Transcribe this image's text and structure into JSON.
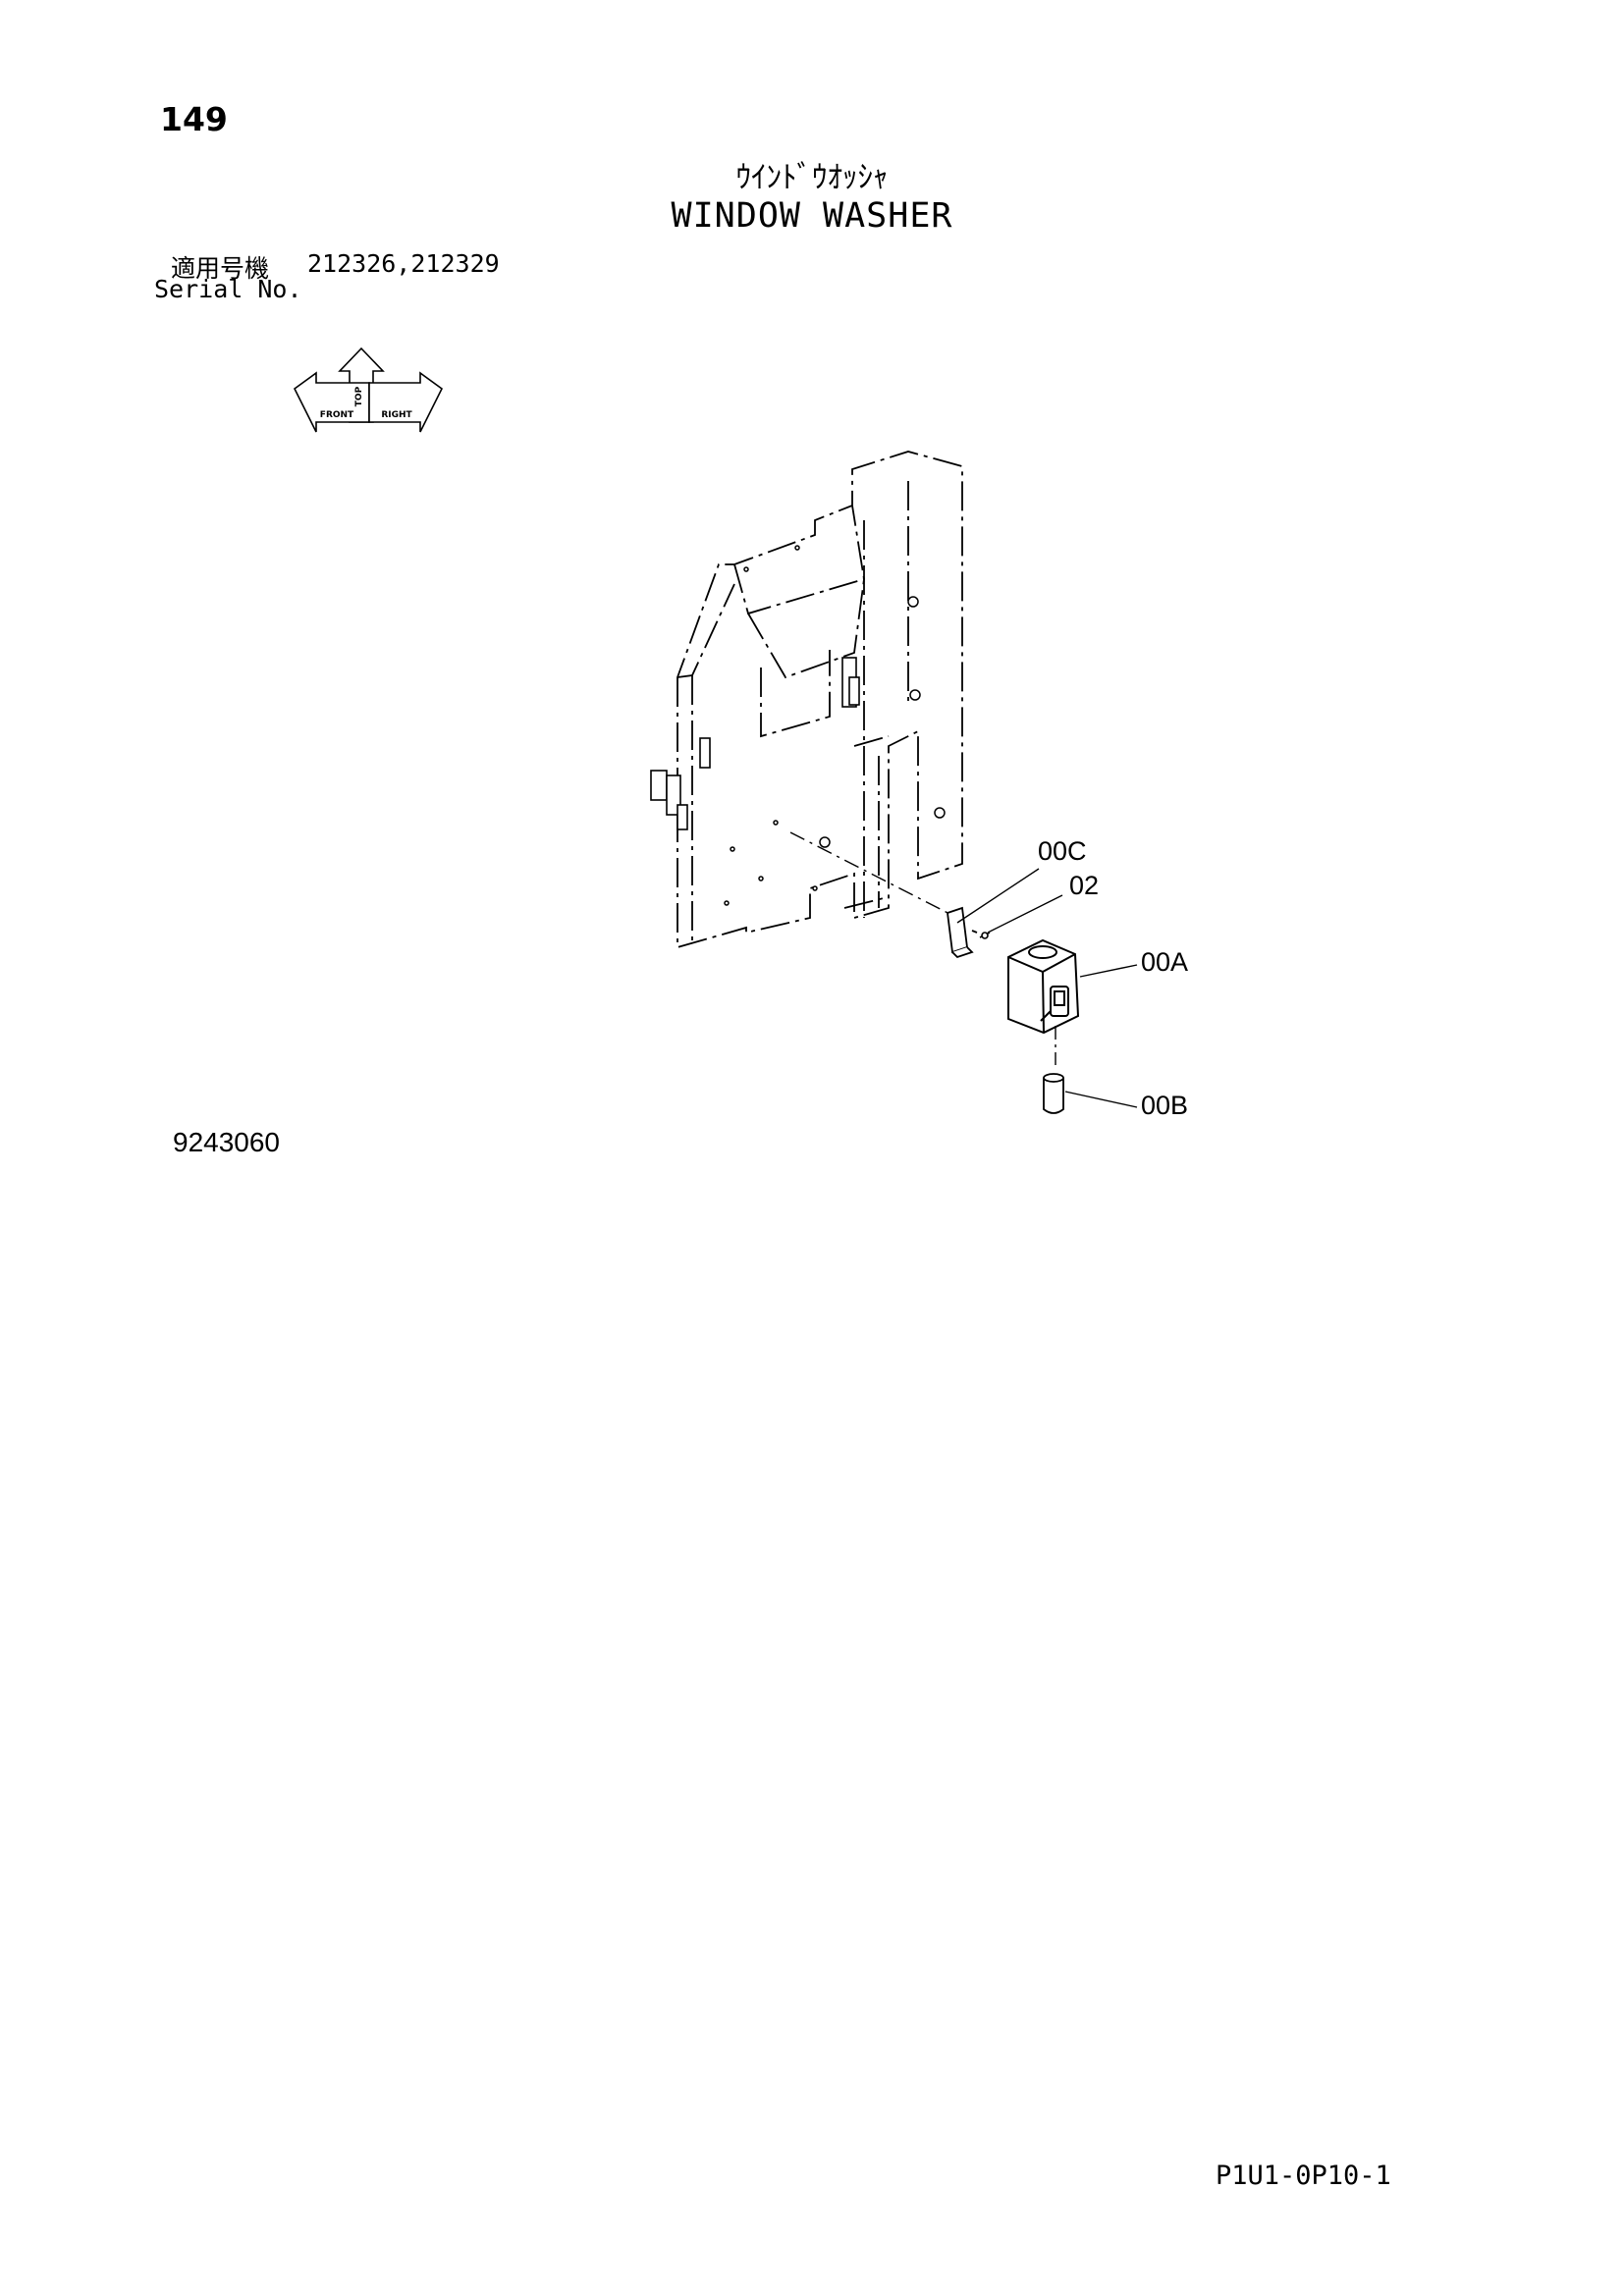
{
  "page_number": "149",
  "title_jp": "ｳｲﾝﾄﾞｳｵｯｼｬ",
  "title_en": "WINDOW WASHER",
  "serial": {
    "label_jp": "適用号機",
    "label_en": "Serial No.",
    "value": "212326,212329"
  },
  "orientation": {
    "top": "TOP",
    "front": "FRONT",
    "right": "RIGHT"
  },
  "callouts": [
    "00C",
    "02",
    "00A",
    "00B"
  ],
  "figure_number": "9243060",
  "page_code": "P1U1-0P10-1"
}
